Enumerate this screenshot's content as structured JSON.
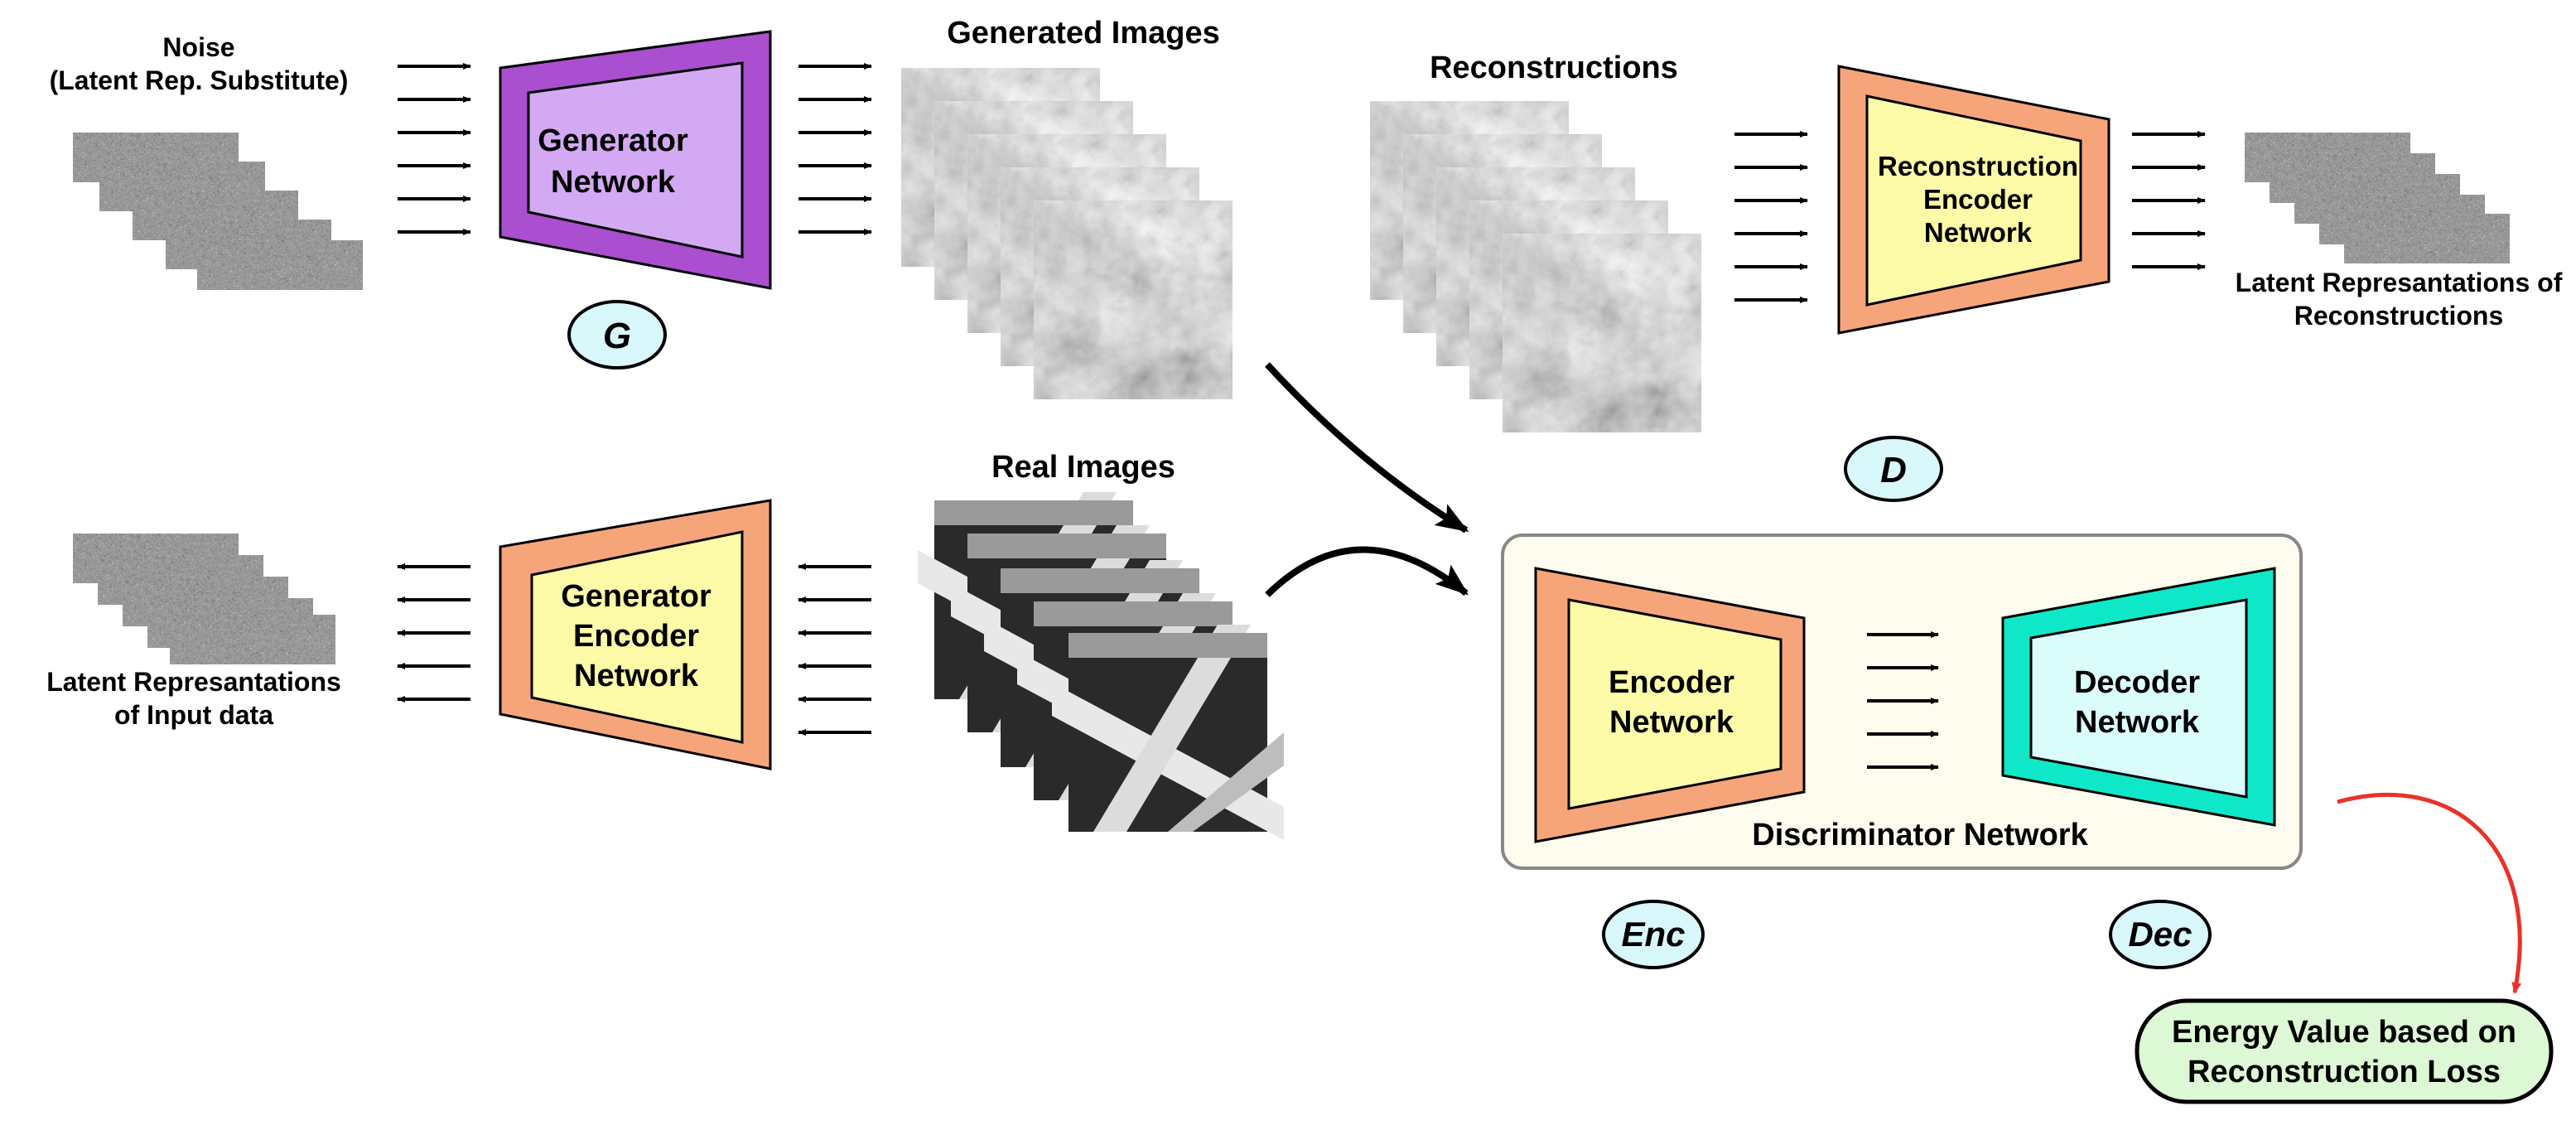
{
  "noise": {
    "line1": "Noise",
    "line2": "(Latent Rep. Substitute)"
  },
  "generator": {
    "line1": "Generator",
    "line2": "Network",
    "badge": "G"
  },
  "generated_images": {
    "title": "Generated Images"
  },
  "reconstructions": {
    "title": "Reconstructions"
  },
  "reconstruction_encoder": {
    "line1": "Reconstruction",
    "line2": "Encoder",
    "line3": "Network"
  },
  "latent_reconstructions": {
    "line1": "Latent Represantations of",
    "line2": "Reconstructions"
  },
  "discriminator_badge": "D",
  "real_images": {
    "title": "Real Images"
  },
  "generator_encoder": {
    "line1": "Generator",
    "line2": "Encoder",
    "line3": "Network"
  },
  "latent_input": {
    "line1": "Latent Represantations",
    "line2": "of Input data"
  },
  "discriminator": {
    "title": "Discriminator Network",
    "encoder": {
      "line1": "Encoder",
      "line2": "Network",
      "badge": "Enc"
    },
    "decoder": {
      "line1": "Decoder",
      "line2": "Network",
      "badge": "Dec"
    }
  },
  "energy": {
    "line1": "Energy Value based on",
    "line2": "Reconstruction Loss"
  },
  "colors": {
    "generator_outer": "#a94fcf",
    "generator_inner": "#d4a9f4",
    "encoder_outer": "#f6a57a",
    "encoder_inner": "#fdfaa8",
    "decoder_outer": "#0fe8c8",
    "decoder_inner": "#dafdfc",
    "badge_fill": "#d8f8fb",
    "energy_fill": "#dcf8d4",
    "disc_box_fill": "#fdfcee",
    "loss_arrow": "#e8322a"
  }
}
